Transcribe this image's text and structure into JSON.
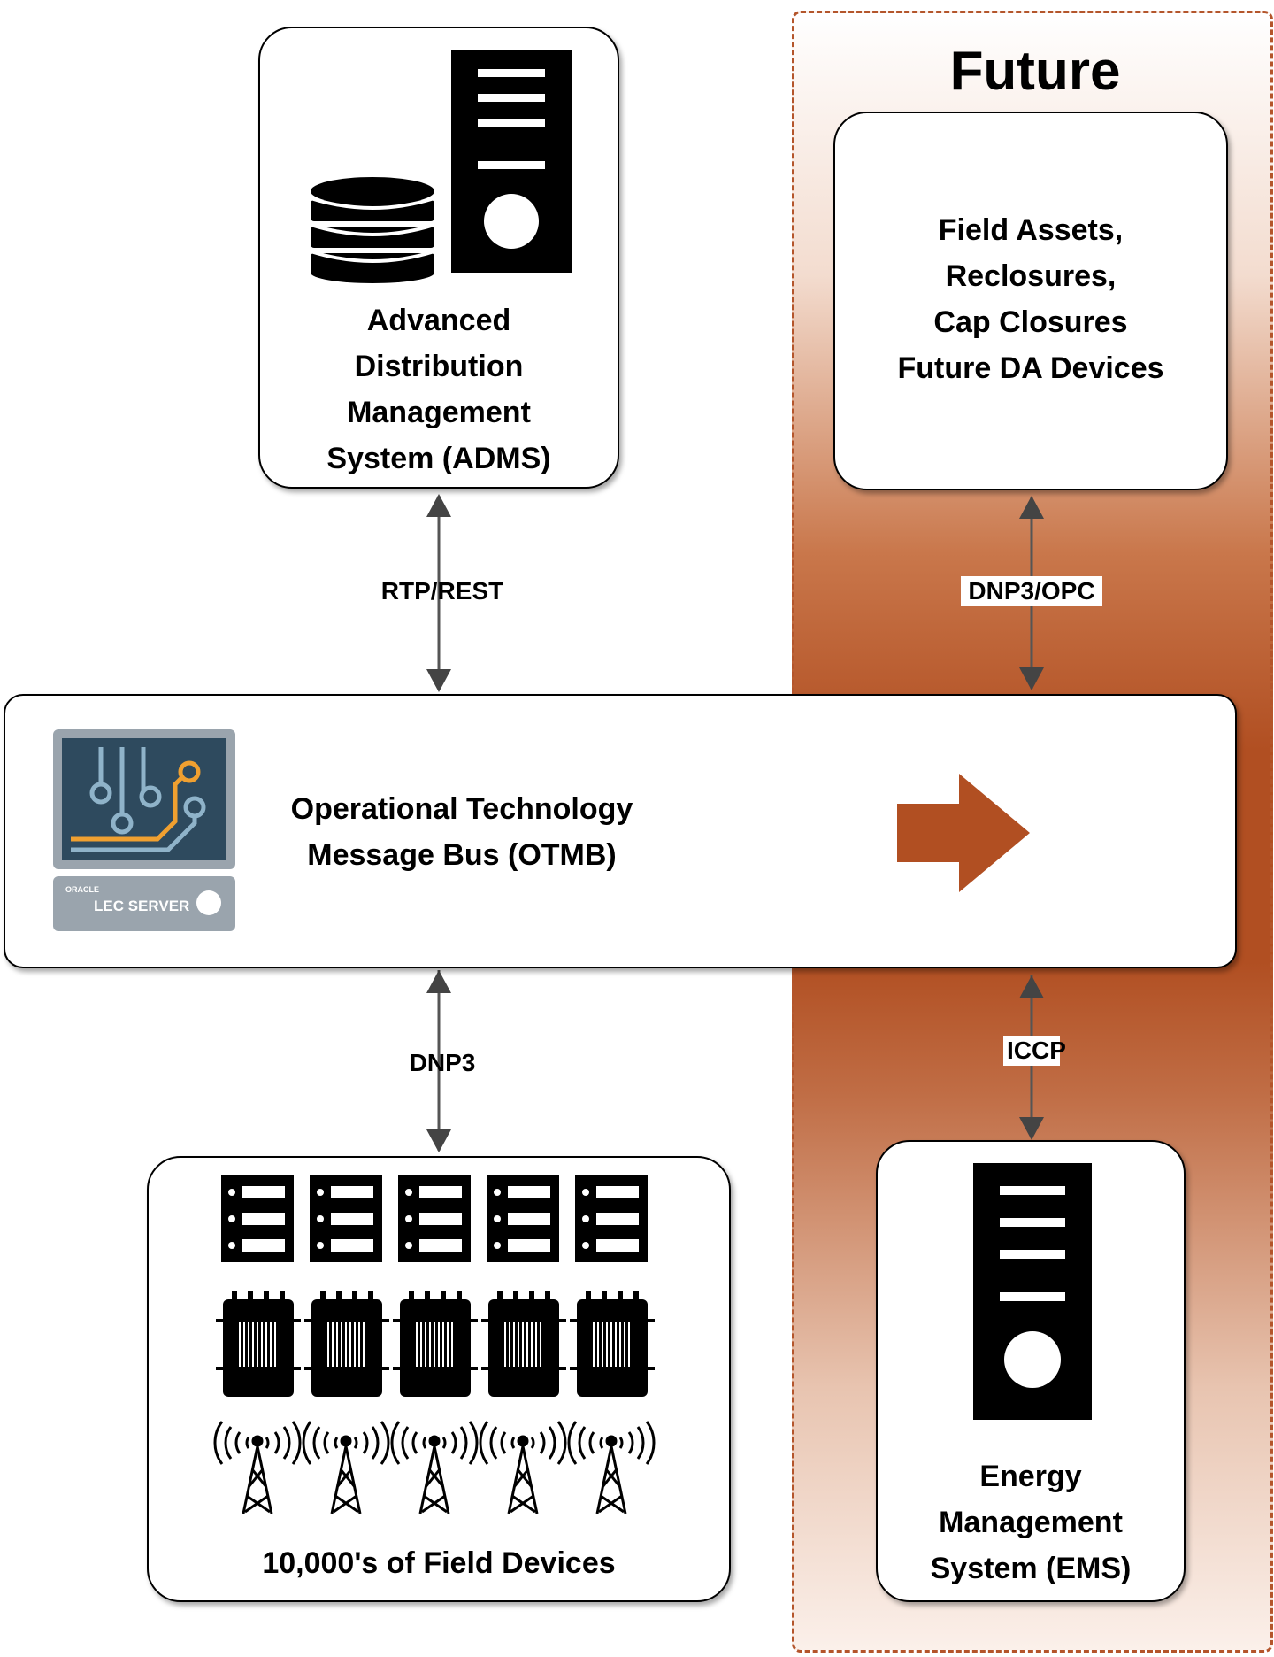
{
  "future": {
    "title": "Future"
  },
  "nodes": {
    "adms": {
      "lines": [
        "Advanced",
        "Distribution",
        "Management",
        "System (ADMS)"
      ]
    },
    "field_assets": {
      "lines": [
        "Field Assets,",
        "Reclosures,",
        "Cap Closures",
        "Future DA Devices"
      ]
    },
    "otmb": {
      "lines": [
        "Operational Technology",
        "Message Bus (OTMB)"
      ],
      "server_brand": "ORACLE",
      "server_label": "LEC SERVER"
    },
    "field_devices": {
      "label": "10,000's of Field Devices"
    },
    "ems": {
      "lines": [
        "Energy",
        "Management",
        "System (EMS)"
      ]
    }
  },
  "connections": {
    "adms_otmb": "RTP/REST",
    "field_otmb": "DNP3/OPC",
    "otmb_devices": "DNP3",
    "otmb_ems": "ICCP"
  },
  "colors": {
    "accent": "#b14f22",
    "border": "#b4552b",
    "server_screen": "#2e4a5e",
    "trace_orange": "#f0a030",
    "trace_blue": "#8fb3c9"
  }
}
